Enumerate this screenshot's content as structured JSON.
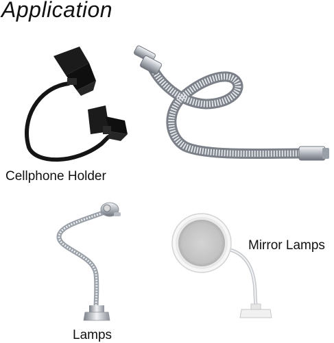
{
  "title": "Application",
  "items": [
    {
      "id": "cellphone-holder",
      "label": "Cellphone Holder"
    },
    {
      "id": "gooseneck-hose",
      "label": ""
    },
    {
      "id": "lamps",
      "label": "Lamps"
    },
    {
      "id": "mirror-lamps",
      "label": "Mirror Lamps"
    }
  ],
  "colors": {
    "holder_black": "#151515",
    "metal_light": "#e6e8ec",
    "metal_mid": "#a9adb4",
    "metal_dark": "#6f747c",
    "mirror_gray": "#c9c9c9",
    "mirror_rim": "#f4f4f4",
    "text": "#111111"
  }
}
